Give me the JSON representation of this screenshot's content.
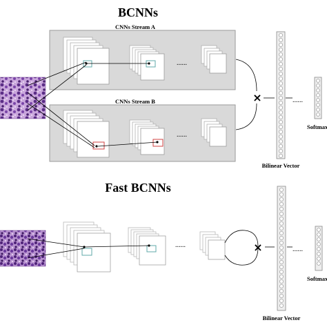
{
  "top_section": {
    "title": "BCNNs",
    "stream_a_label": "CNNs Stream A",
    "stream_b_label": "CNNs Stream B",
    "ellipsis": "......",
    "operator": "×",
    "vector_label": "Bilinear Vector",
    "softmax_label": "Softmax"
  },
  "bottom_section": {
    "title": "Fast BCNNs",
    "ellipsis": "......",
    "operator": "×",
    "vector_label": "Bilinear Vector",
    "softmax_label": "Softmax"
  },
  "colors": {
    "stream_box_fill": "#d9d9d9",
    "stream_box_stroke": "#9a9a9a",
    "feature_map_stroke": "#b0b0b0",
    "highlight_teal": "#5fa8a8",
    "highlight_red": "#d04040",
    "image_tint": "#8a4fb8"
  }
}
